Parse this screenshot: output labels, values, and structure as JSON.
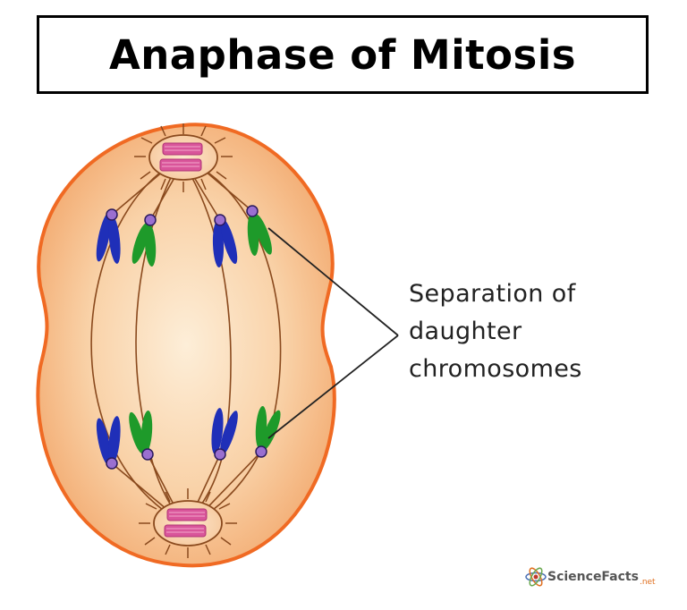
{
  "title": "Anaphase of Mitosis",
  "annotation": {
    "lines": [
      "Separation of",
      "daughter",
      "chromosomes"
    ]
  },
  "logo": {
    "name": "ScienceFacts",
    "suffix": ".net",
    "icon": "atom-icon"
  },
  "colors": {
    "cell_fill_inner": "#fbe3c4",
    "cell_fill_outer": "#f4b27a",
    "cell_border": "#f06a23",
    "spindle": "#8a4a1e",
    "chromatid_blue": "#1f2fb8",
    "chromatid_green": "#1e9a2a",
    "centromere": "#9a6fd0",
    "centrosome": "#d9559a"
  }
}
